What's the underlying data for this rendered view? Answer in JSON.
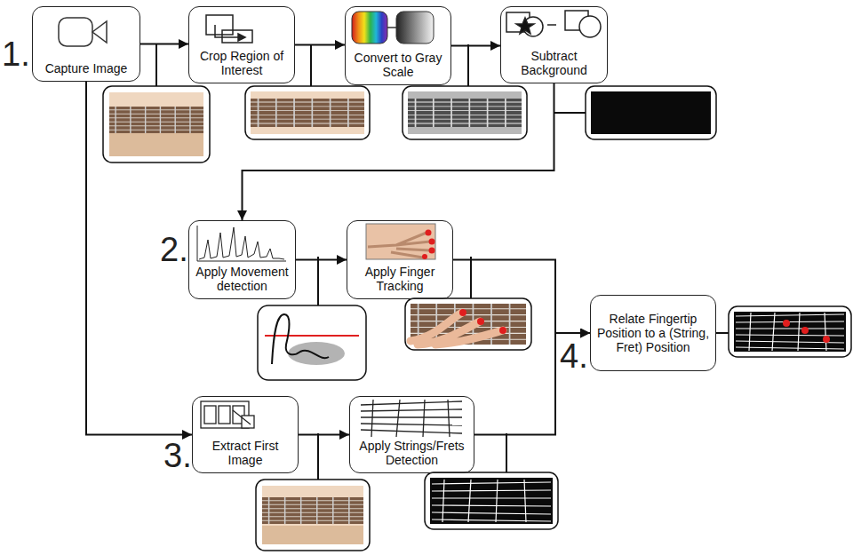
{
  "diagram": {
    "nodes": [
      {
        "text": [
          "Capture Image"
        ]
      },
      {
        "text": [
          "Crop Region of Interest"
        ]
      },
      {
        "text": [
          "Convert to Gray Scale"
        ]
      },
      {
        "text": [
          "Subtract Background"
        ]
      },
      {
        "text": [
          "Apply Movement detection"
        ]
      },
      {
        "text": [
          "Apply Finger Tracking"
        ]
      },
      {
        "text": [
          "Relate Fingertip Position to a (String, Fret) Position"
        ]
      },
      {
        "text": [
          "Extract First Image"
        ]
      },
      {
        "text": [
          "Apply Strings/Frets Detection"
        ]
      }
    ],
    "edges": [
      {
        "from": 0,
        "to": 1,
        "arrow": "to"
      },
      {
        "from": 1,
        "to": 2,
        "arrow": "to"
      },
      {
        "from": 2,
        "to": 3,
        "arrow": "to"
      },
      {
        "from": 3,
        "to": 4,
        "arrow": "to"
      },
      {
        "from": 4,
        "to": 5,
        "arrow": "to"
      },
      {
        "from": 5,
        "to": 6,
        "arrow": "to"
      },
      {
        "from": 0,
        "to": 7,
        "arrow": "to"
      },
      {
        "from": 7,
        "to": 8,
        "arrow": "to"
      },
      {
        "from": 8,
        "to": 6,
        "arrow": "to"
      }
    ],
    "labels": [
      "1.",
      "2.",
      "3.",
      "4."
    ]
  }
}
